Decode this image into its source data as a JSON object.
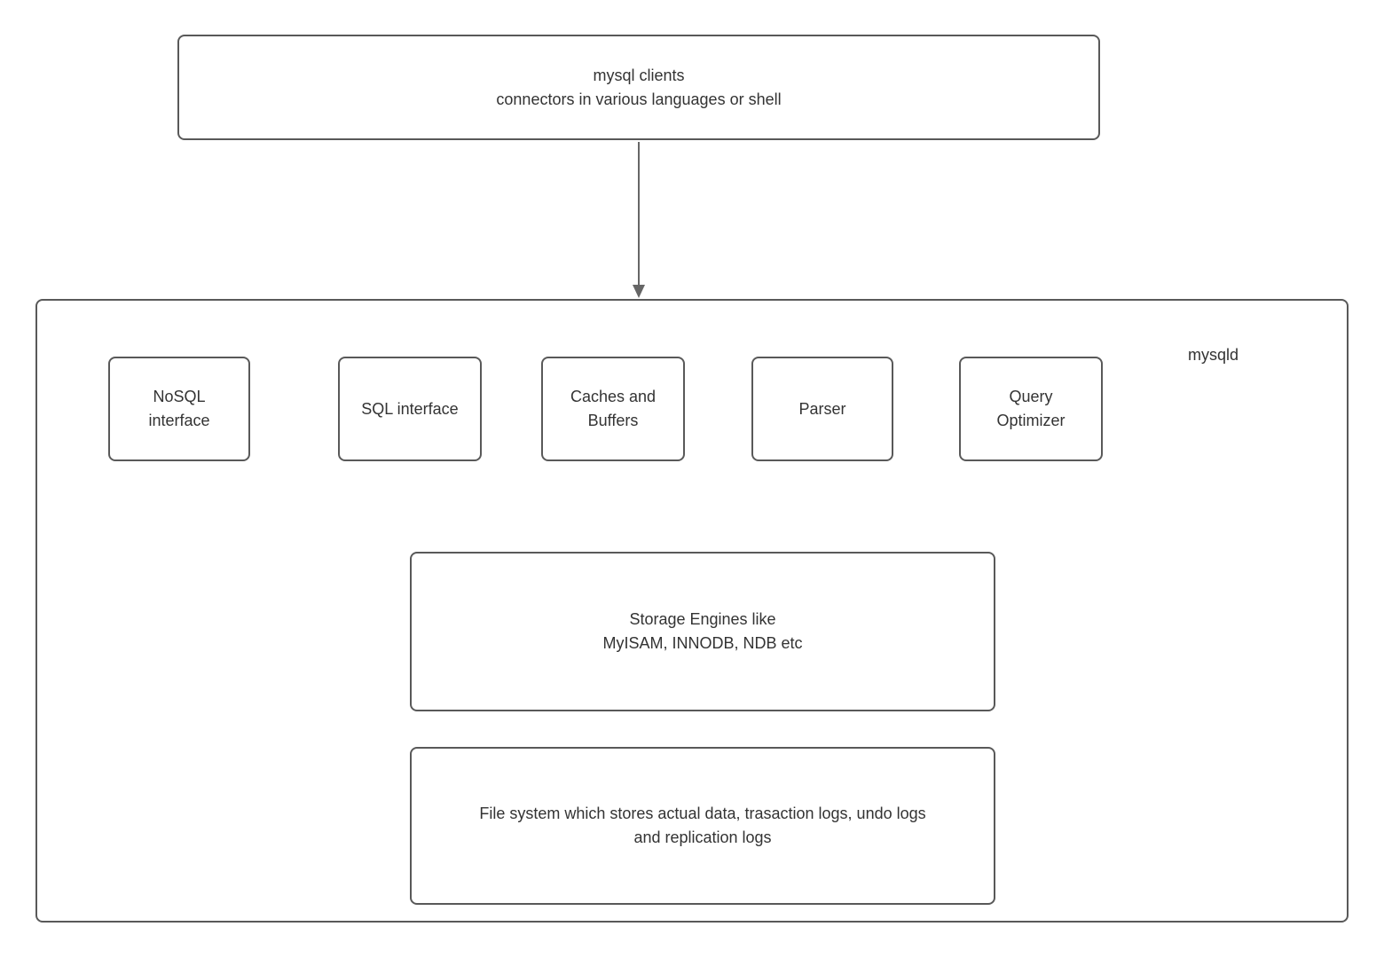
{
  "colors": {
    "border": "#595959",
    "text": "#333333",
    "arrow": "#666666",
    "background": "#ffffff"
  },
  "clients_box": {
    "label": "mysql clients\nconnectors in various languages or shell"
  },
  "mysqld": {
    "label": "mysqld",
    "components": [
      {
        "label": "NoSQL\ninterface"
      },
      {
        "label": "SQL interface"
      },
      {
        "label": "Caches and\nBuffers"
      },
      {
        "label": "Parser"
      },
      {
        "label": "Query\nOptimizer"
      }
    ],
    "storage_box": {
      "label": "Storage Engines like\nMyISAM, INNODB, NDB etc"
    },
    "filesystem_box": {
      "label": "File system which stores actual data, trasaction logs, undo logs\nand replication logs"
    }
  }
}
